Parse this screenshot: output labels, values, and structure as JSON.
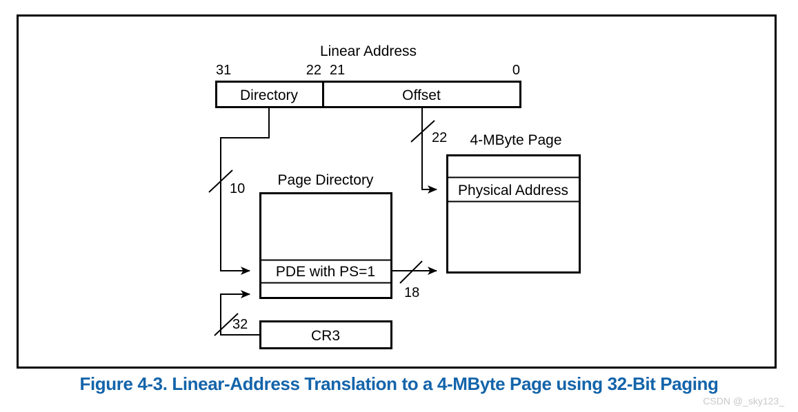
{
  "figure": {
    "caption": "Figure 4-3.  Linear-Address Translation to a 4-MByte Page using 32-Bit Paging",
    "watermark": "CSDN @_sky123_"
  },
  "linear_address": {
    "title": "Linear Address",
    "bits": {
      "high": "31",
      "directory_low": "22",
      "offset_high": "21",
      "low": "0"
    },
    "fields": [
      {
        "label": "Directory"
      },
      {
        "label": "Offset"
      }
    ]
  },
  "page_directory": {
    "title": "Page Directory",
    "entry_label": "PDE with PS=1"
  },
  "page_frame": {
    "title": "4-MByte Page",
    "entry_label": "Physical Address"
  },
  "control_register": {
    "label": "CR3"
  },
  "bit_widths": {
    "directory_index": "10",
    "offset_into_page": "22",
    "pde_base": "18",
    "cr3_base": "32"
  },
  "colors": {
    "caption": "#1464aa",
    "stroke": "#000000",
    "background": "#ffffff",
    "watermark": "#c8c8c8"
  }
}
